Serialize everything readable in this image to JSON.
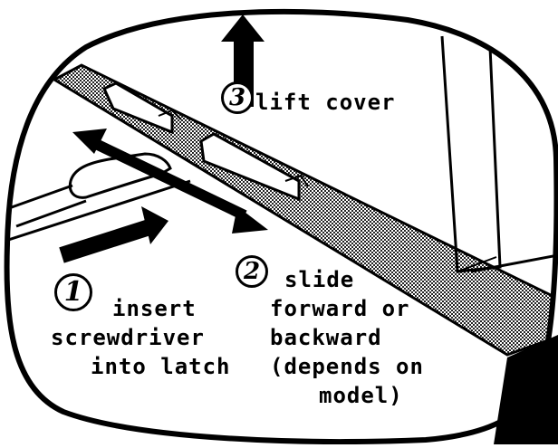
{
  "steps": [
    {
      "number": "1",
      "lines": [
        "insert",
        "screwdriver",
        "into latch"
      ]
    },
    {
      "number": "2",
      "lines": [
        "slide",
        "forward or",
        "backward",
        "(depends on",
        "model)"
      ]
    },
    {
      "number": "3",
      "lines": [
        "lift cover"
      ]
    }
  ],
  "colors": {
    "ink": "#000000",
    "paper": "#ffffff",
    "stipple": "#7a7a7a"
  },
  "icons": [
    "up-arrow-icon",
    "double-arrow-icon",
    "diagonal-arrow-icon",
    "screwdriver-icon"
  ]
}
